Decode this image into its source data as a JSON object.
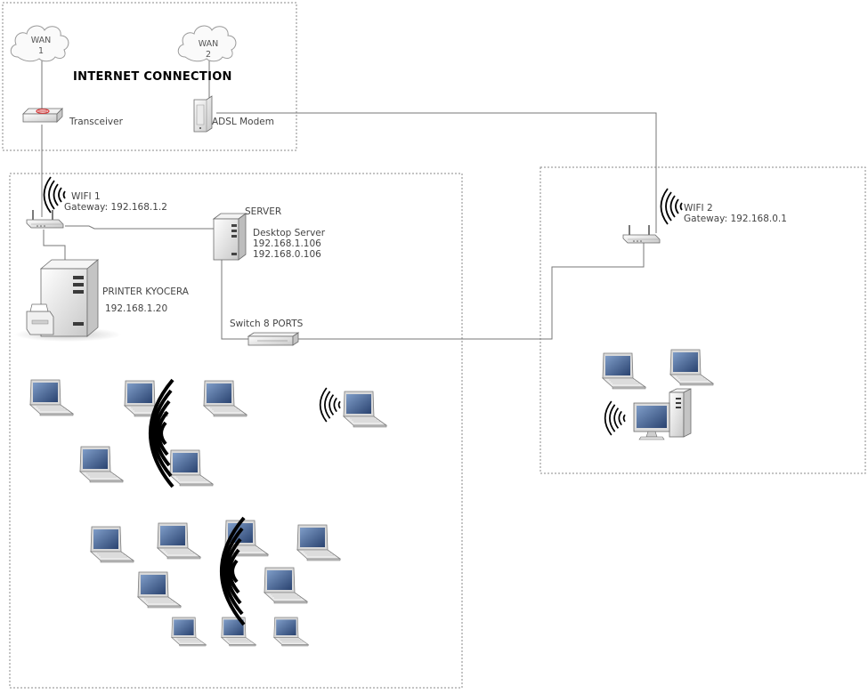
{
  "internet": {
    "title": "INTERNET CONNECTION",
    "wan1": [
      "WAN",
      "1"
    ],
    "wan2": [
      "WAN",
      "2"
    ],
    "transceiver": "Transceiver",
    "adsl_modem": "ADSL Modem"
  },
  "network_1": {
    "wifi_name": "WIFI 1",
    "wifi_gateway": "Gateway: 192.168.1.2",
    "server_title": "SERVER",
    "server_name": "Desktop Server",
    "server_ip_1": "192.168.1.106",
    "server_ip_2": "192.168.0.106",
    "printer_name": "PRINTER KYOCERA",
    "printer_ip": "192.168.1.20",
    "switch_label": "Switch 8  PORTS"
  },
  "network_2": {
    "wifi_name": "WIFI 2",
    "wifi_gateway": "Gateway: 192.168.0.1"
  },
  "icons": {
    "cloud": "cloud-icon",
    "transceiver": "transceiver-icon",
    "modem": "adsl-modem-icon",
    "router": "wireless-router-icon",
    "server": "server-tower-icon",
    "printer": "printer-icon",
    "switch": "network-switch-icon",
    "laptop": "laptop-icon",
    "desktop": "desktop-computer-icon",
    "wifi_signal": "wifi-signal-icon"
  },
  "colors": {
    "line": "#777777",
    "dotted_border": "#888888",
    "device_fill": "#e8e8e8",
    "screen": "#3c5a8a",
    "transceiver_accent": "#d93838",
    "signal": "#000000"
  }
}
